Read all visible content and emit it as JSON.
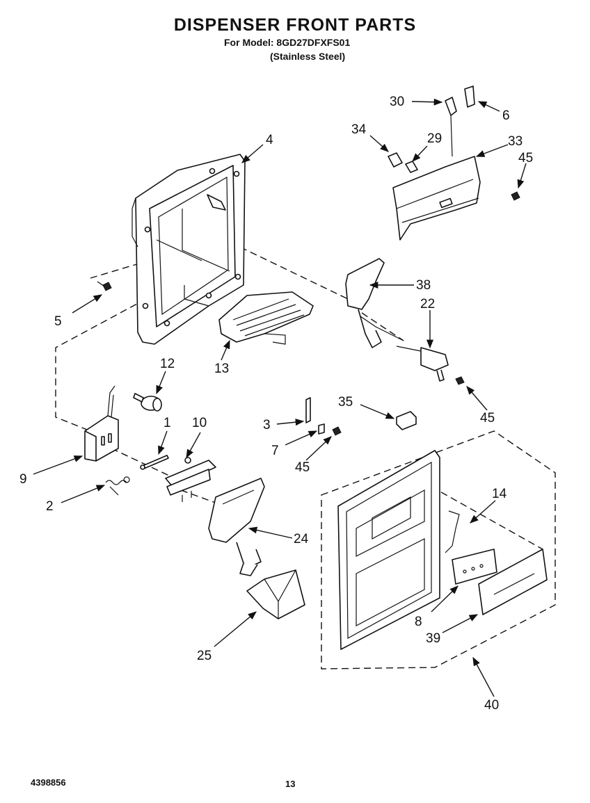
{
  "header": {
    "title": "DISPENSER FRONT PARTS",
    "model_line": "For Model: 8GD27DFXFS01",
    "finish_line": "(Stainless Steel)"
  },
  "footer": {
    "doc_number": "4398856",
    "page_number": "13"
  },
  "callouts": [
    {
      "id": "c30",
      "label": "30"
    },
    {
      "id": "c6",
      "label": "6"
    },
    {
      "id": "c34",
      "label": "34"
    },
    {
      "id": "c29",
      "label": "29"
    },
    {
      "id": "c33",
      "label": "33"
    },
    {
      "id": "c45a",
      "label": "45"
    },
    {
      "id": "c4",
      "label": "4"
    },
    {
      "id": "c38",
      "label": "38"
    },
    {
      "id": "c22",
      "label": "22"
    },
    {
      "id": "c5",
      "label": "5"
    },
    {
      "id": "c13",
      "label": "13"
    },
    {
      "id": "c12",
      "label": "12"
    },
    {
      "id": "c45b",
      "label": "45"
    },
    {
      "id": "c35",
      "label": "35"
    },
    {
      "id": "c1",
      "label": "1"
    },
    {
      "id": "c10",
      "label": "10"
    },
    {
      "id": "c3",
      "label": "3"
    },
    {
      "id": "c7",
      "label": "7"
    },
    {
      "id": "c45c",
      "label": "45"
    },
    {
      "id": "c9",
      "label": "9"
    },
    {
      "id": "c14",
      "label": "14"
    },
    {
      "id": "c2",
      "label": "2"
    },
    {
      "id": "c24",
      "label": "24"
    },
    {
      "id": "c8",
      "label": "8"
    },
    {
      "id": "c39",
      "label": "39"
    },
    {
      "id": "c25",
      "label": "25"
    },
    {
      "id": "c40",
      "label": "40"
    }
  ]
}
